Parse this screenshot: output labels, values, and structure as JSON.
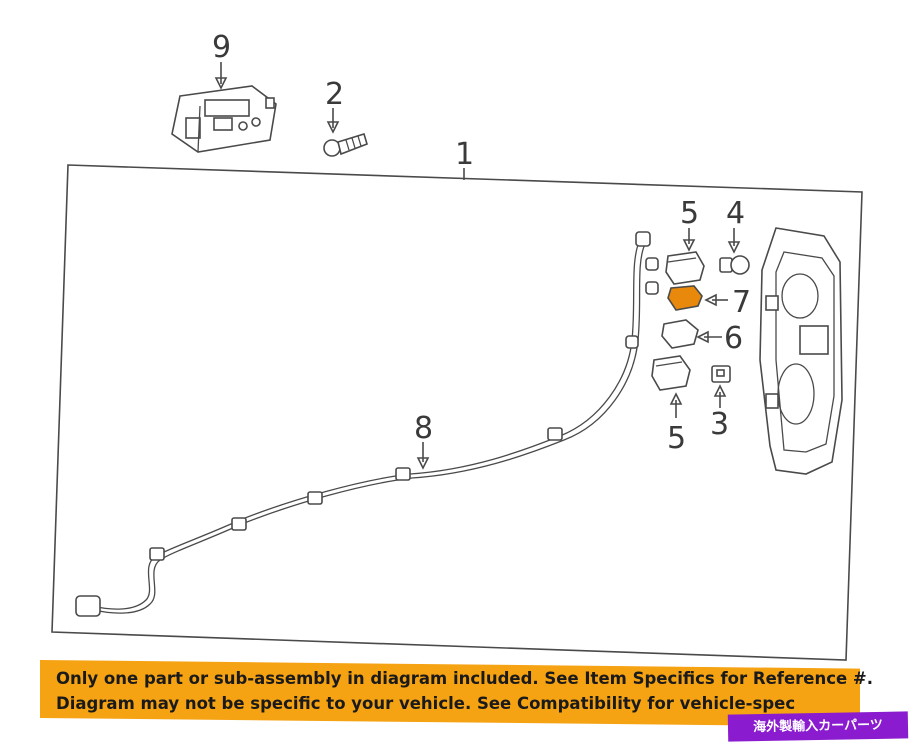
{
  "callouts": {
    "c1": "1",
    "c2": "2",
    "c3": "3",
    "c4": "4",
    "c5a": "5",
    "c5b": "5",
    "c6": "6",
    "c7": "7",
    "c8": "8",
    "c9": "9"
  },
  "banner": {
    "line1": "Only one part or sub-assembly in diagram included. See Item Specifics for Reference #.",
    "line2": "Diagram may not be specific to your vehicle. See Compatibility for vehicle-spec"
  },
  "shop_tag": "海外製輸入カーパーツ",
  "colors": {
    "highlight_part": "#e8890c",
    "banner_bg": "#f5a213",
    "shop_tag_bg": "#8a1bcf"
  }
}
